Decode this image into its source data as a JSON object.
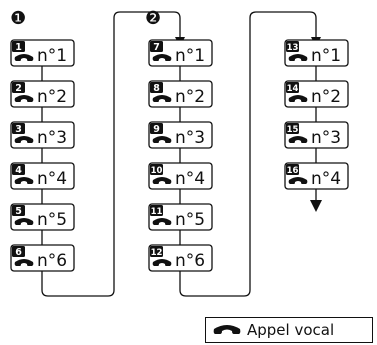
{
  "markers": [
    "❶",
    "❷"
  ],
  "columns": [
    [
      {
        "badge": "1",
        "label": "n°1"
      },
      {
        "badge": "2",
        "label": "n°2"
      },
      {
        "badge": "3",
        "label": "n°3"
      },
      {
        "badge": "4",
        "label": "n°4"
      },
      {
        "badge": "5",
        "label": "n°5"
      },
      {
        "badge": "6",
        "label": "n°6"
      }
    ],
    [
      {
        "badge": "7",
        "label": "n°1"
      },
      {
        "badge": "8",
        "label": "n°2"
      },
      {
        "badge": "9",
        "label": "n°3"
      },
      {
        "badge": "10",
        "label": "n°4"
      },
      {
        "badge": "11",
        "label": "n°5"
      },
      {
        "badge": "12",
        "label": "n°6"
      }
    ],
    [
      {
        "badge": "13",
        "label": "n°1"
      },
      {
        "badge": "14",
        "label": "n°2"
      },
      {
        "badge": "15",
        "label": "n°3"
      },
      {
        "badge": "16",
        "label": "n°4"
      }
    ]
  ],
  "legend": {
    "icon": "phone-handset-icon",
    "label": "Appel vocal"
  },
  "colors": {
    "ink": "#111111",
    "background": "#ffffff",
    "badge_text": "#ffffff"
  }
}
